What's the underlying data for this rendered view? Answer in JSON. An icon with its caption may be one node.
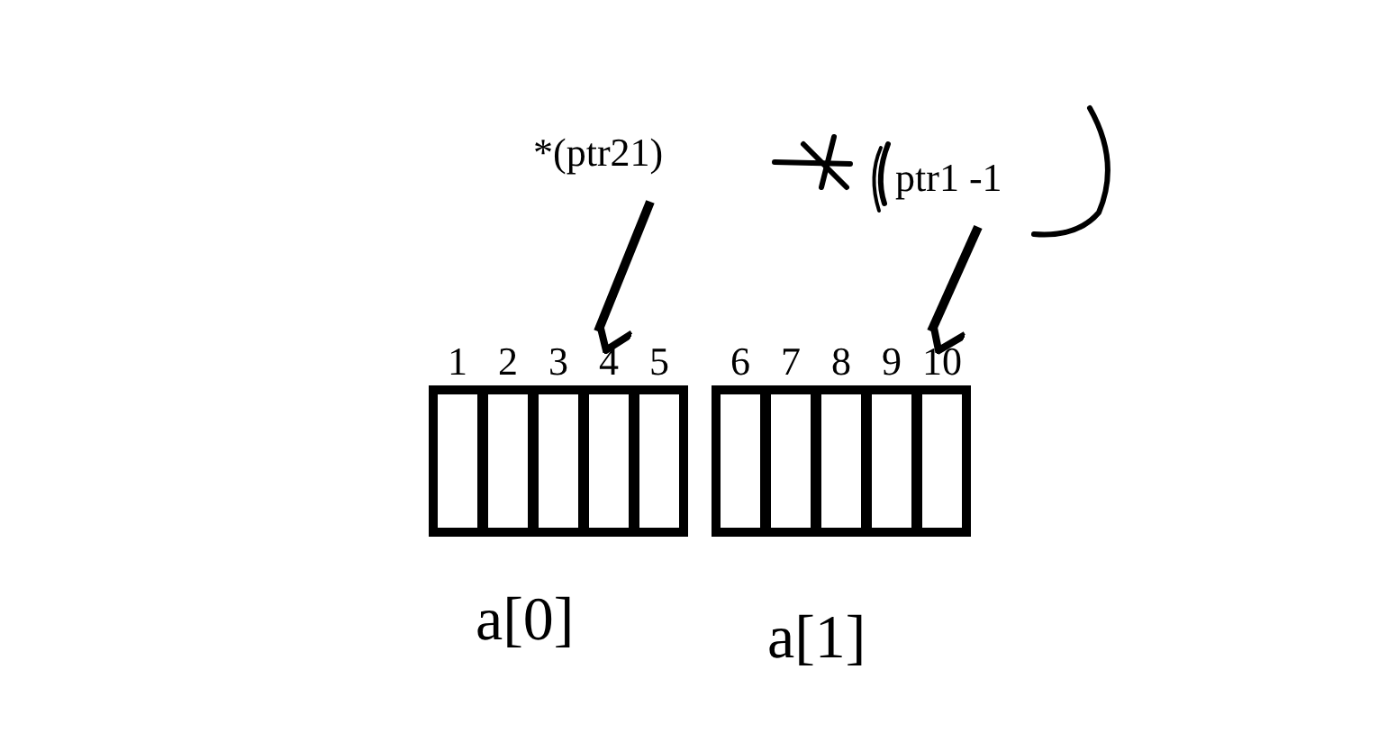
{
  "diagram": {
    "nodes": [
      {
        "text": [
          "*(ptr21)"
        ]
      },
      {
        "text": [
          "ptr1 -1"
        ]
      },
      {
        "text": [
          "1"
        ]
      },
      {
        "text": [
          "2"
        ]
      },
      {
        "text": [
          "3"
        ]
      },
      {
        "text": [
          "4"
        ]
      },
      {
        "text": [
          "5"
        ]
      },
      {
        "text": [
          "6"
        ]
      },
      {
        "text": [
          "7"
        ]
      },
      {
        "text": [
          "8"
        ]
      },
      {
        "text": [
          "9"
        ]
      },
      {
        "text": [
          "10"
        ]
      }
    ],
    "edges": [
      {
        "from": 0,
        "to": 5,
        "arrow": "to"
      },
      {
        "from": 1,
        "to": 11,
        "arrow": "to"
      }
    ],
    "labels": [
      "a[0]",
      "a[1]"
    ]
  }
}
